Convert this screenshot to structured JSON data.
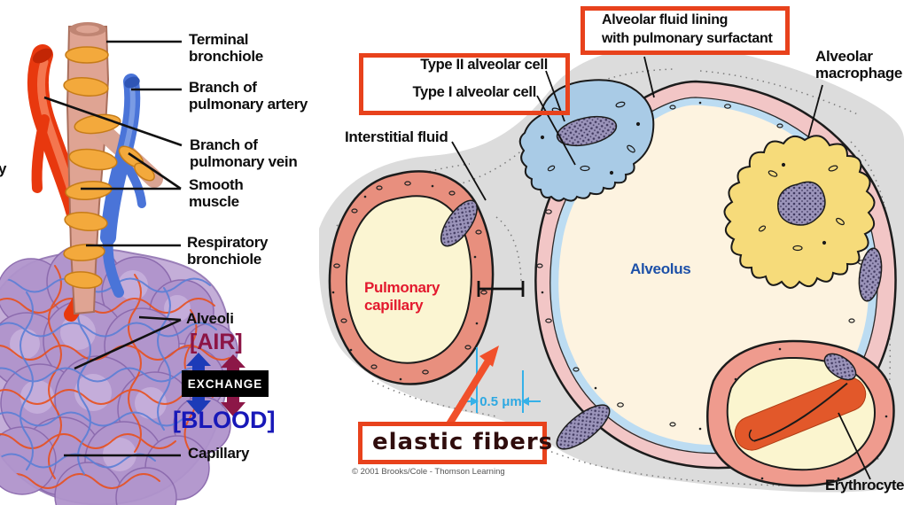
{
  "left_panel": {
    "edge_fragment": "y",
    "labels": {
      "terminal_bronchiole": "Terminal\nbronchiole",
      "branch_pulmonary_artery": "Branch of\npulmonary artery",
      "branch_pulmonary_vein": "Branch of\npulmonary vein",
      "smooth_muscle": "Smooth\nmuscle",
      "respiratory_bronchiole": "Respiratory\nbronchiole",
      "alveoli": "Alveoli",
      "capillary": "Capillary"
    },
    "exchange": {
      "air": "[AIR]",
      "label": "EXCHANGE",
      "blood": "[BLOOD]"
    }
  },
  "right_panel": {
    "boxed_labels": {
      "alveolar_fluid": "Alveolar fluid lining\nwith pulmonary surfactant",
      "type2_cell": "Type II alveolar cell",
      "type1_cell": "Type I alveolar cell",
      "elastic_fibers": "elastic fibers"
    },
    "labels": {
      "interstitial_fluid": "Interstitial fluid",
      "alveolar_macrophage": "Alveolar\nmacrophage",
      "alveolus": "Alveolus",
      "pulmonary_capillary": "Pulmonary\ncapillary",
      "erythrocyte": "Erythrocyte"
    },
    "measurement": "0.5 μm",
    "copyright": "© 2001 Brooks/Cole - Thomson Learning"
  },
  "icons": {
    "air_blood_exchange": "double-headed vertical arrows (blue and maroon) through black EXCHANGE box",
    "elastic_fibers_pointer": "thick orange arrow",
    "dimension_marker": "inward-pointing blue dimension arrows with vertical extension lines"
  },
  "colors": {
    "callout_box_border": "#e8421c",
    "air_text": "#8c1445",
    "blood_text": "#1818b8",
    "blue_arrow": "#1c3bb8",
    "maroon_arrow": "#8c1747",
    "alveolus_text": "#1d50a8",
    "pulmonary_capillary_text": "#e3192e",
    "measurement_text": "#2fa9e2",
    "elastic_fibers_text": "#300d0d",
    "elastic_arrow": "#f1502b",
    "alveolus_wall_pink": "#f2c6c6",
    "fluid_lining_blue": "#bcdcf2",
    "alveolus_interior": "#fdf3e0",
    "capillary_wall_salmon": "#e88f7e",
    "capillary_lumen": "#fbf5d2",
    "type2_cell_blue": "#a9cbe6",
    "macrophage_yellow": "#f6db7a",
    "erythrocyte_orange": "#e2582a",
    "interstitium_gray": "#dcdcdc"
  }
}
